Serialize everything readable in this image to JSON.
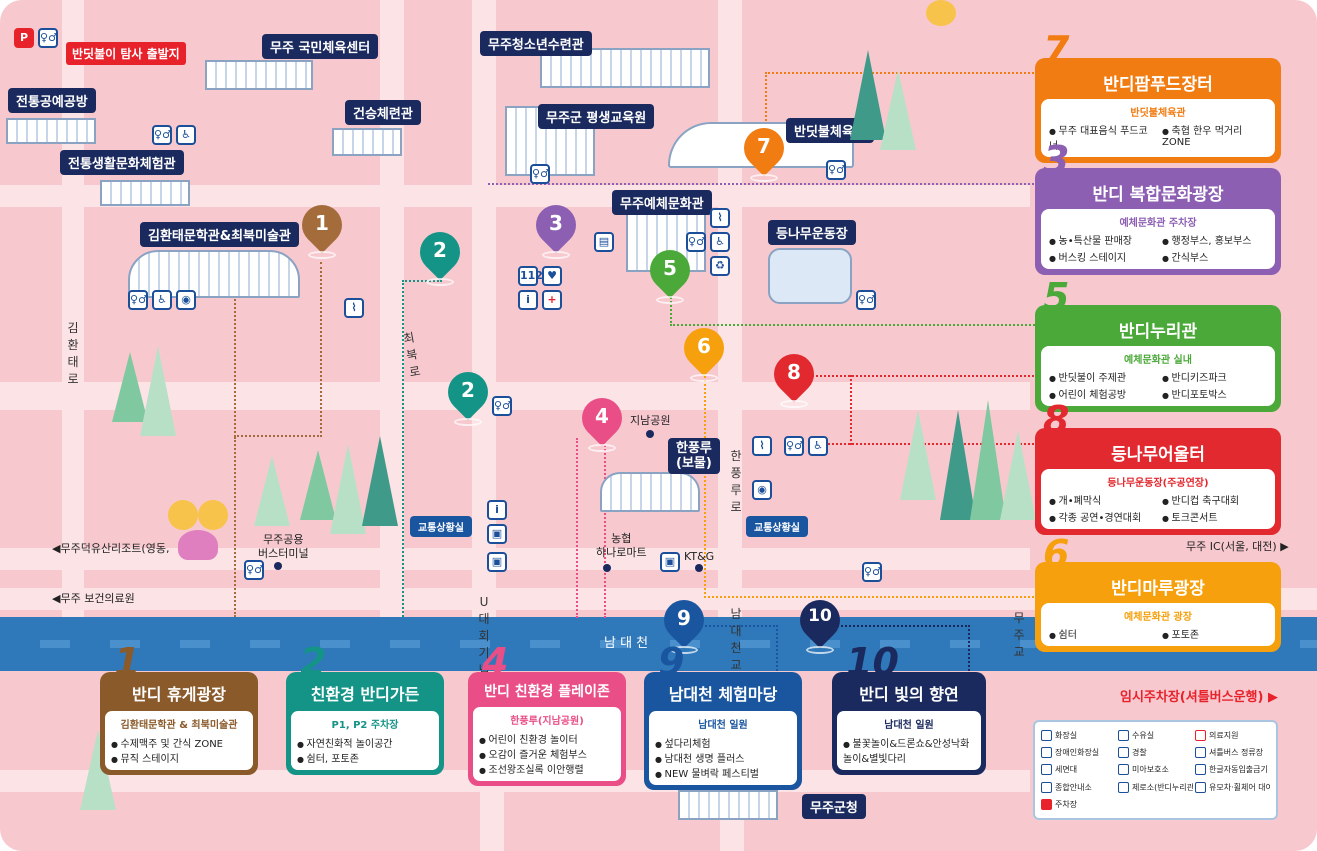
{
  "colors": {
    "ground": "#f7c9cf",
    "road": "#fbe3e6",
    "river": "#2f78b9",
    "navy": "#1b2a5e",
    "orange": "#f07c12",
    "purple": "#8d5fb3",
    "green": "#4aa938",
    "red": "#e2292f",
    "yellow_orange": "#f5a00c",
    "brown": "#8b5a2b",
    "teal": "#149487",
    "pink": "#e94f86",
    "blue": "#1a56a0",
    "dark_navy": "#1b2a5e"
  },
  "top_icons": [
    "parking-icon",
    "restroom-icon"
  ],
  "start_flag": "반딧불이 탐사 출발지",
  "labels": {
    "gymnasium": "무주 국민체육센터",
    "youth_hall": "무주청소년수련관",
    "craft_hall": "전통공예공방",
    "culture_hall": "전통생활문화체험관",
    "geonseung": "건승체련관",
    "lifelong": "무주군 평생교육원",
    "firefly_gym": "반딧불체육관",
    "kimhwantae": "김환태문학관&최북미술관",
    "arts_center": "무주예체문화관",
    "deungnamu": "등나무운동장",
    "jinam_park": "지남공원",
    "hanpungru": "한풍루\n(보물)",
    "nonghyup": "농협\n하나로마트",
    "ktg": "KT&G",
    "bus_terminal": "무주공용\n버스터미널",
    "traffic1": "교통상황실",
    "traffic2": "교통상황실",
    "gun_office": "무주군청",
    "namdae_stream": "남 대 천",
    "road_kimhwantae": "김환태로",
    "road_choibuk": "최북로",
    "road_hanpung": "한풍루로",
    "road_udaehoe": "U대회기념로",
    "road_namdaecheon": "남대천교",
    "road_muju_bridge": "무주교",
    "to_resort": "◀무주덕유산리조트(영동,",
    "to_health": "◀무주 보건의료원",
    "to_ic": "무주 IC(서울, 대전) ▶",
    "temp_parking": "임시주차장(셔틀버스운행) ▶"
  },
  "pins": [
    {
      "num": "1",
      "color": "#8b5a2b"
    },
    {
      "num": "2",
      "color": "#149487"
    },
    {
      "num": "2",
      "color": "#149487"
    },
    {
      "num": "3",
      "color": "#8d5fb3"
    },
    {
      "num": "4",
      "color": "#e94f86"
    },
    {
      "num": "5",
      "color": "#4aa938"
    },
    {
      "num": "6",
      "color": "#f5a00c"
    },
    {
      "num": "7",
      "color": "#f07c12"
    },
    {
      "num": "8",
      "color": "#e2292f"
    },
    {
      "num": "9",
      "color": "#1a56a0"
    },
    {
      "num": "10",
      "color": "#1b2a5e"
    }
  ],
  "right_cards": [
    {
      "num": "7",
      "title": "반디팜푸드장터",
      "sub": "반딧불체육관",
      "items": [
        "무주 대표음식 푸드코너",
        "축협 한우 먹거리 ZONE"
      ],
      "color": "#f07c12"
    },
    {
      "num": "3",
      "title": "반디 복합문화광장",
      "sub": "예체문화관 주차장",
      "items": [
        "농•특산물 판매장",
        "행정부스, 홍보부스",
        "버스킹 스테이지",
        "간식부스"
      ],
      "color": "#8d5fb3"
    },
    {
      "num": "5",
      "title": "반디누리관",
      "sub": "예체문화관 실내",
      "items": [
        "반딧불이 주제관",
        "반디키즈파크",
        "어린이 체험공방",
        "반디포토박스"
      ],
      "color": "#4aa938"
    },
    {
      "num": "8",
      "title": "등나무어울터",
      "sub": "등나무운동장(주공연장)",
      "items": [
        "개•폐막식",
        "반디컵 축구대회",
        "각종 공연•경연대회",
        "토크콘서트"
      ],
      "color": "#e2292f"
    },
    {
      "num": "6",
      "title": "반디마루광장",
      "sub": "예체문화관 광장",
      "items": [
        "쉼터",
        "포토존"
      ],
      "color": "#f5a00c"
    }
  ],
  "bottom_cards": [
    {
      "num": "1",
      "title": "반디 휴게광장",
      "sub": "김환태문학관 & 최북미술관",
      "items": [
        "수제맥주 및 간식 ZONE",
        "뮤직 스테이지"
      ],
      "color": "#8b5a2b"
    },
    {
      "num": "2",
      "title": "친환경 반디가든",
      "sub": "P1, P2 주차장",
      "items": [
        "자연친화적 놀이공간",
        "쉼터, 포토존"
      ],
      "color": "#149487"
    },
    {
      "num": "4",
      "title": "반디 친환경 플레이존",
      "sub": "한풍루(지남공원)",
      "items": [
        "어린이 친환경 놀이터",
        "오감이 즐거운 체험부스",
        "조선왕조실록 이안행렬"
      ],
      "color": "#e94f86"
    },
    {
      "num": "9",
      "title": "남대천 체험마당",
      "sub": "남대천 일원",
      "items": [
        "섶다리체험",
        "남대천 생명 플러스",
        "NEW 물벼락 페스티벌"
      ],
      "color": "#1a56a0"
    },
    {
      "num": "10",
      "title": "반디 빛의 향연",
      "sub": "남대천 일원",
      "items": [
        "불꽃놀이&드론쇼&안성낙화놀이&별빛다리"
      ],
      "color": "#1b2a5e"
    }
  ],
  "legend": [
    {
      "icon": "restroom-icon",
      "label": "화장실"
    },
    {
      "icon": "water-icon",
      "label": "수유실"
    },
    {
      "icon": "firstaid-icon",
      "label": "의료지원"
    },
    {
      "icon": "accessible-icon",
      "label": "장애인화장실"
    },
    {
      "icon": "police-icon",
      "label": "경찰"
    },
    {
      "icon": "bus-icon",
      "label": "셔틀버스 정류장"
    },
    {
      "icon": "wash-icon",
      "label": "세면대"
    },
    {
      "icon": "lost-child-icon",
      "label": "미아보호소"
    },
    {
      "icon": "atm-icon",
      "label": "한글자동입출금기"
    },
    {
      "icon": "info-icon",
      "label": "종합안내소"
    },
    {
      "icon": "recycle-icon",
      "label": "제로소(반디누리관)"
    },
    {
      "icon": "stroller-icon",
      "label": "유모차·휠체어 대여"
    },
    {
      "icon": "parking-icon",
      "label": "주차장"
    }
  ]
}
